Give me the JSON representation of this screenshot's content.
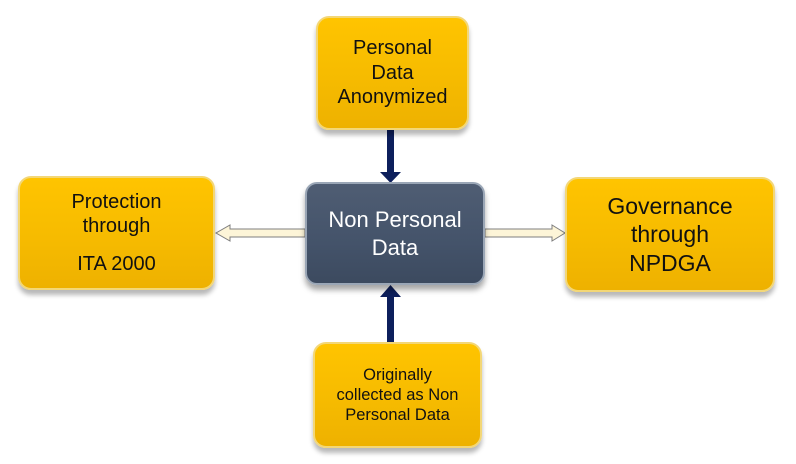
{
  "diagram": {
    "center": {
      "lines": [
        "Non Personal",
        "Data"
      ],
      "fill": "#44536a",
      "text_color": "#ffffff"
    },
    "top": {
      "lines": [
        "Personal",
        "Data",
        "Anonymized"
      ]
    },
    "left": {
      "lines": [
        "Protection",
        "through",
        "ITA 2000"
      ]
    },
    "right": {
      "lines": [
        "Governance",
        "through",
        "NPDGA"
      ]
    },
    "bottom": {
      "lines": [
        "Originally",
        "collected as Non",
        "Personal Data"
      ]
    },
    "colors": {
      "node_fill": "#ffc000",
      "node_border": "#f3d777",
      "solid_arrow": "#0d1f5c",
      "hollow_arrow_fill": "#fdf5d8",
      "hollow_arrow_stroke": "#7f7f7f"
    },
    "arrows": [
      {
        "from": "top",
        "to": "center",
        "style": "solid"
      },
      {
        "from": "bottom",
        "to": "center",
        "style": "solid"
      },
      {
        "from": "center",
        "to": "left",
        "style": "hollow"
      },
      {
        "from": "center",
        "to": "right",
        "style": "hollow"
      }
    ]
  }
}
